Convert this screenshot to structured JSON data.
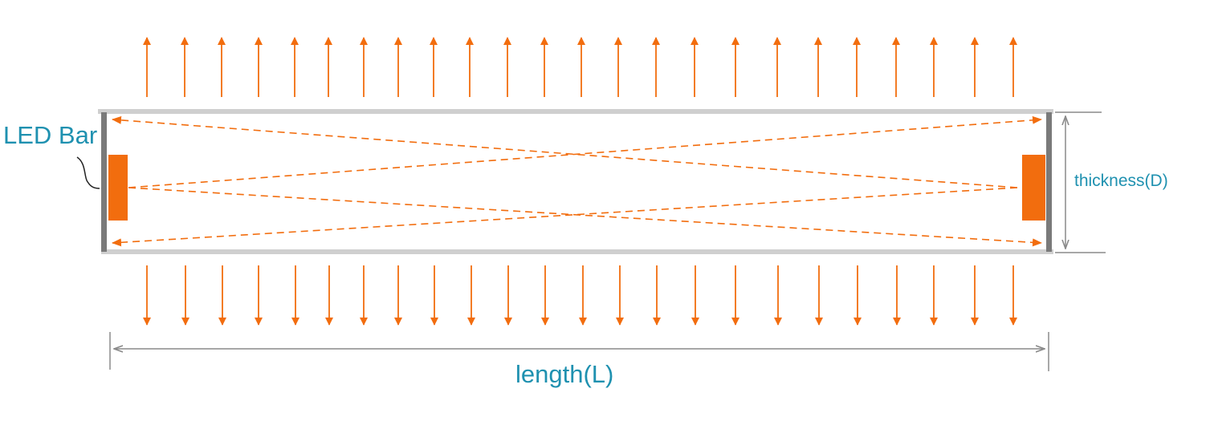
{
  "labels": {
    "led_bar": "LED Bar",
    "thickness": "thickness(D)",
    "length": "length(L)"
  },
  "colors": {
    "light": "#f26d0e",
    "label": "#1f91b0",
    "frame_edge": "#7a7a7a",
    "frame_plate": "#cfcfcf",
    "dimension": "#8a8a8a"
  },
  "icons": {
    "upward_rays": "arrow-up-icon",
    "downward_rays": "arrow-down-icon"
  }
}
